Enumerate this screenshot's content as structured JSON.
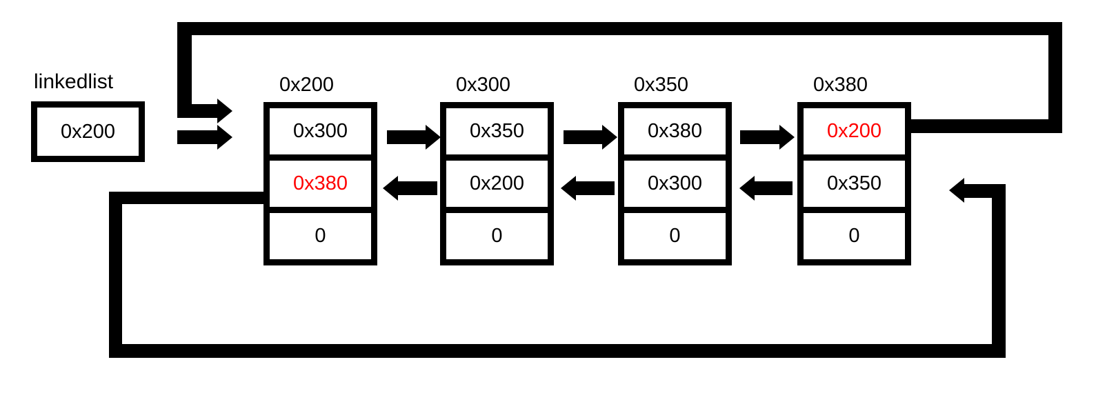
{
  "diagram": {
    "colors": {
      "line": "#000000",
      "highlight": "#FF0000",
      "background": "#FFFFFF"
    },
    "head": {
      "label": "linkedlist",
      "value": "0x200"
    },
    "nodes": [
      {
        "address": "0x200",
        "next": "0x300",
        "next_class": "val",
        "prev": "0x380",
        "prev_class": "val red",
        "value": "0"
      },
      {
        "address": "0x300",
        "next": "0x350",
        "next_class": "val",
        "prev": "0x200",
        "prev_class": "val",
        "value": "0"
      },
      {
        "address": "0x350",
        "next": "0x380",
        "next_class": "val",
        "prev": "0x300",
        "prev_class": "val",
        "value": "0"
      },
      {
        "address": "0x380",
        "next": "0x200",
        "next_class": "val red",
        "prev": "0x350",
        "prev_class": "val",
        "value": "0"
      }
    ]
  }
}
